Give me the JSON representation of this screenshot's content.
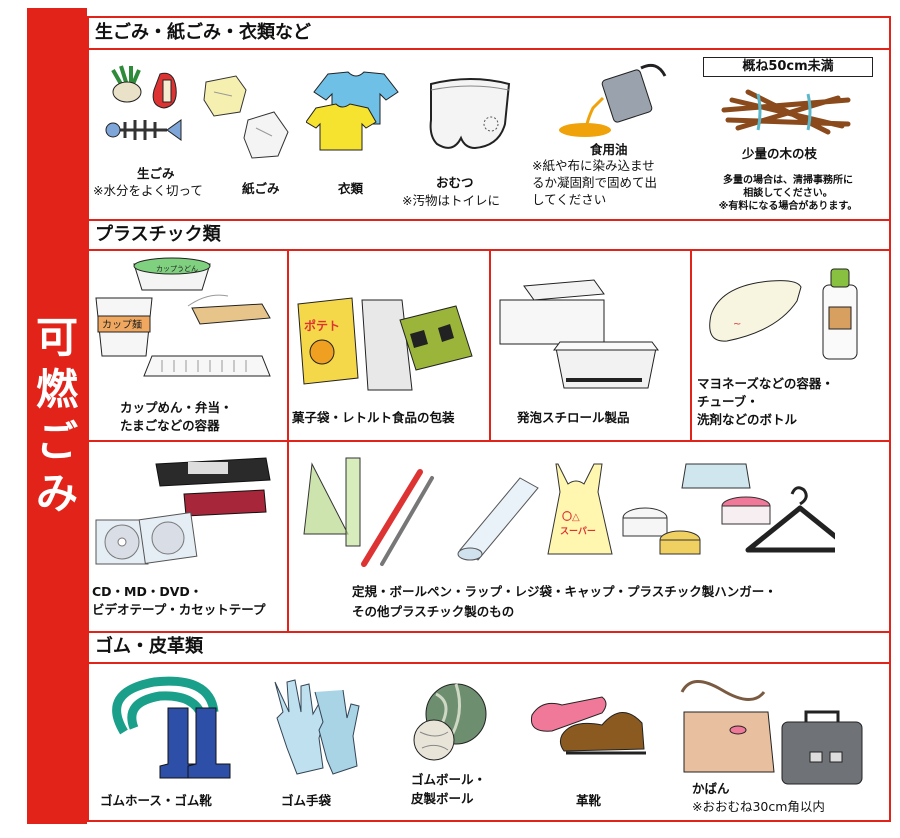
{
  "sidebar": {
    "title_chars": [
      "可",
      "燃",
      "ご",
      "み"
    ]
  },
  "sections": {
    "organic": {
      "heading": "生ごみ・紙ごみ・衣類など",
      "items": {
        "food_waste": {
          "label": "生ごみ",
          "note": "※水分をよく切って"
        },
        "paper": {
          "label": "紙ごみ"
        },
        "clothing": {
          "label": "衣類"
        },
        "diapers": {
          "label": "おむつ",
          "note": "※汚物はトイレに"
        },
        "oil": {
          "label": "食用油",
          "note_lines": [
            "※紙や布に染み込ませ",
            "るか凝固剤で固めて出",
            "してください"
          ]
        },
        "branches": {
          "size_limit": "概ね50cm未満",
          "label": "少量の木の枝",
          "note_lines": [
            "多量の場合は、清掃事務所に",
            "相談してください。",
            "※有料になる場合があります。"
          ]
        }
      }
    },
    "plastics": {
      "heading": "プラスチック類",
      "items": {
        "containers": {
          "label_lines": [
            "カップめん・弁当・",
            "たまごなどの容器"
          ],
          "cup_text_1": "カップ麺",
          "cup_text_2": "カップうどん"
        },
        "snack_bags": {
          "label": "菓子袋・レトルト食品の包装",
          "bag_text": "ポテト"
        },
        "styrofoam": {
          "label": "発泡スチロール製品"
        },
        "bottles": {
          "label_lines": [
            "マヨネーズなどの容器・",
            "チューブ・",
            "洗剤などのボトル"
          ]
        },
        "media": {
          "label_lines": [
            "CD・MD・DVD・",
            "ビデオテープ・カセットテープ"
          ]
        },
        "misc": {
          "label_lines": [
            "定規・ボールペン・ラップ・レジ袋・キャップ・プラスチック製ハンガー・",
            "その他プラスチック製のもの"
          ],
          "bag_text_1": "〇△",
          "bag_text_2": "スーパー"
        }
      }
    },
    "rubber": {
      "heading": "ゴム・皮革類",
      "items": {
        "hose_boots": {
          "label": "ゴムホース・ゴム靴"
        },
        "gloves": {
          "label": "ゴム手袋"
        },
        "balls": {
          "label_lines": [
            "ゴムボール・",
            "皮製ボール"
          ]
        },
        "shoes": {
          "label": "革靴"
        },
        "bags": {
          "label": "かばん",
          "note": "※おおむね30cm角以内"
        }
      }
    }
  },
  "colors": {
    "accent": "#e2231a"
  }
}
